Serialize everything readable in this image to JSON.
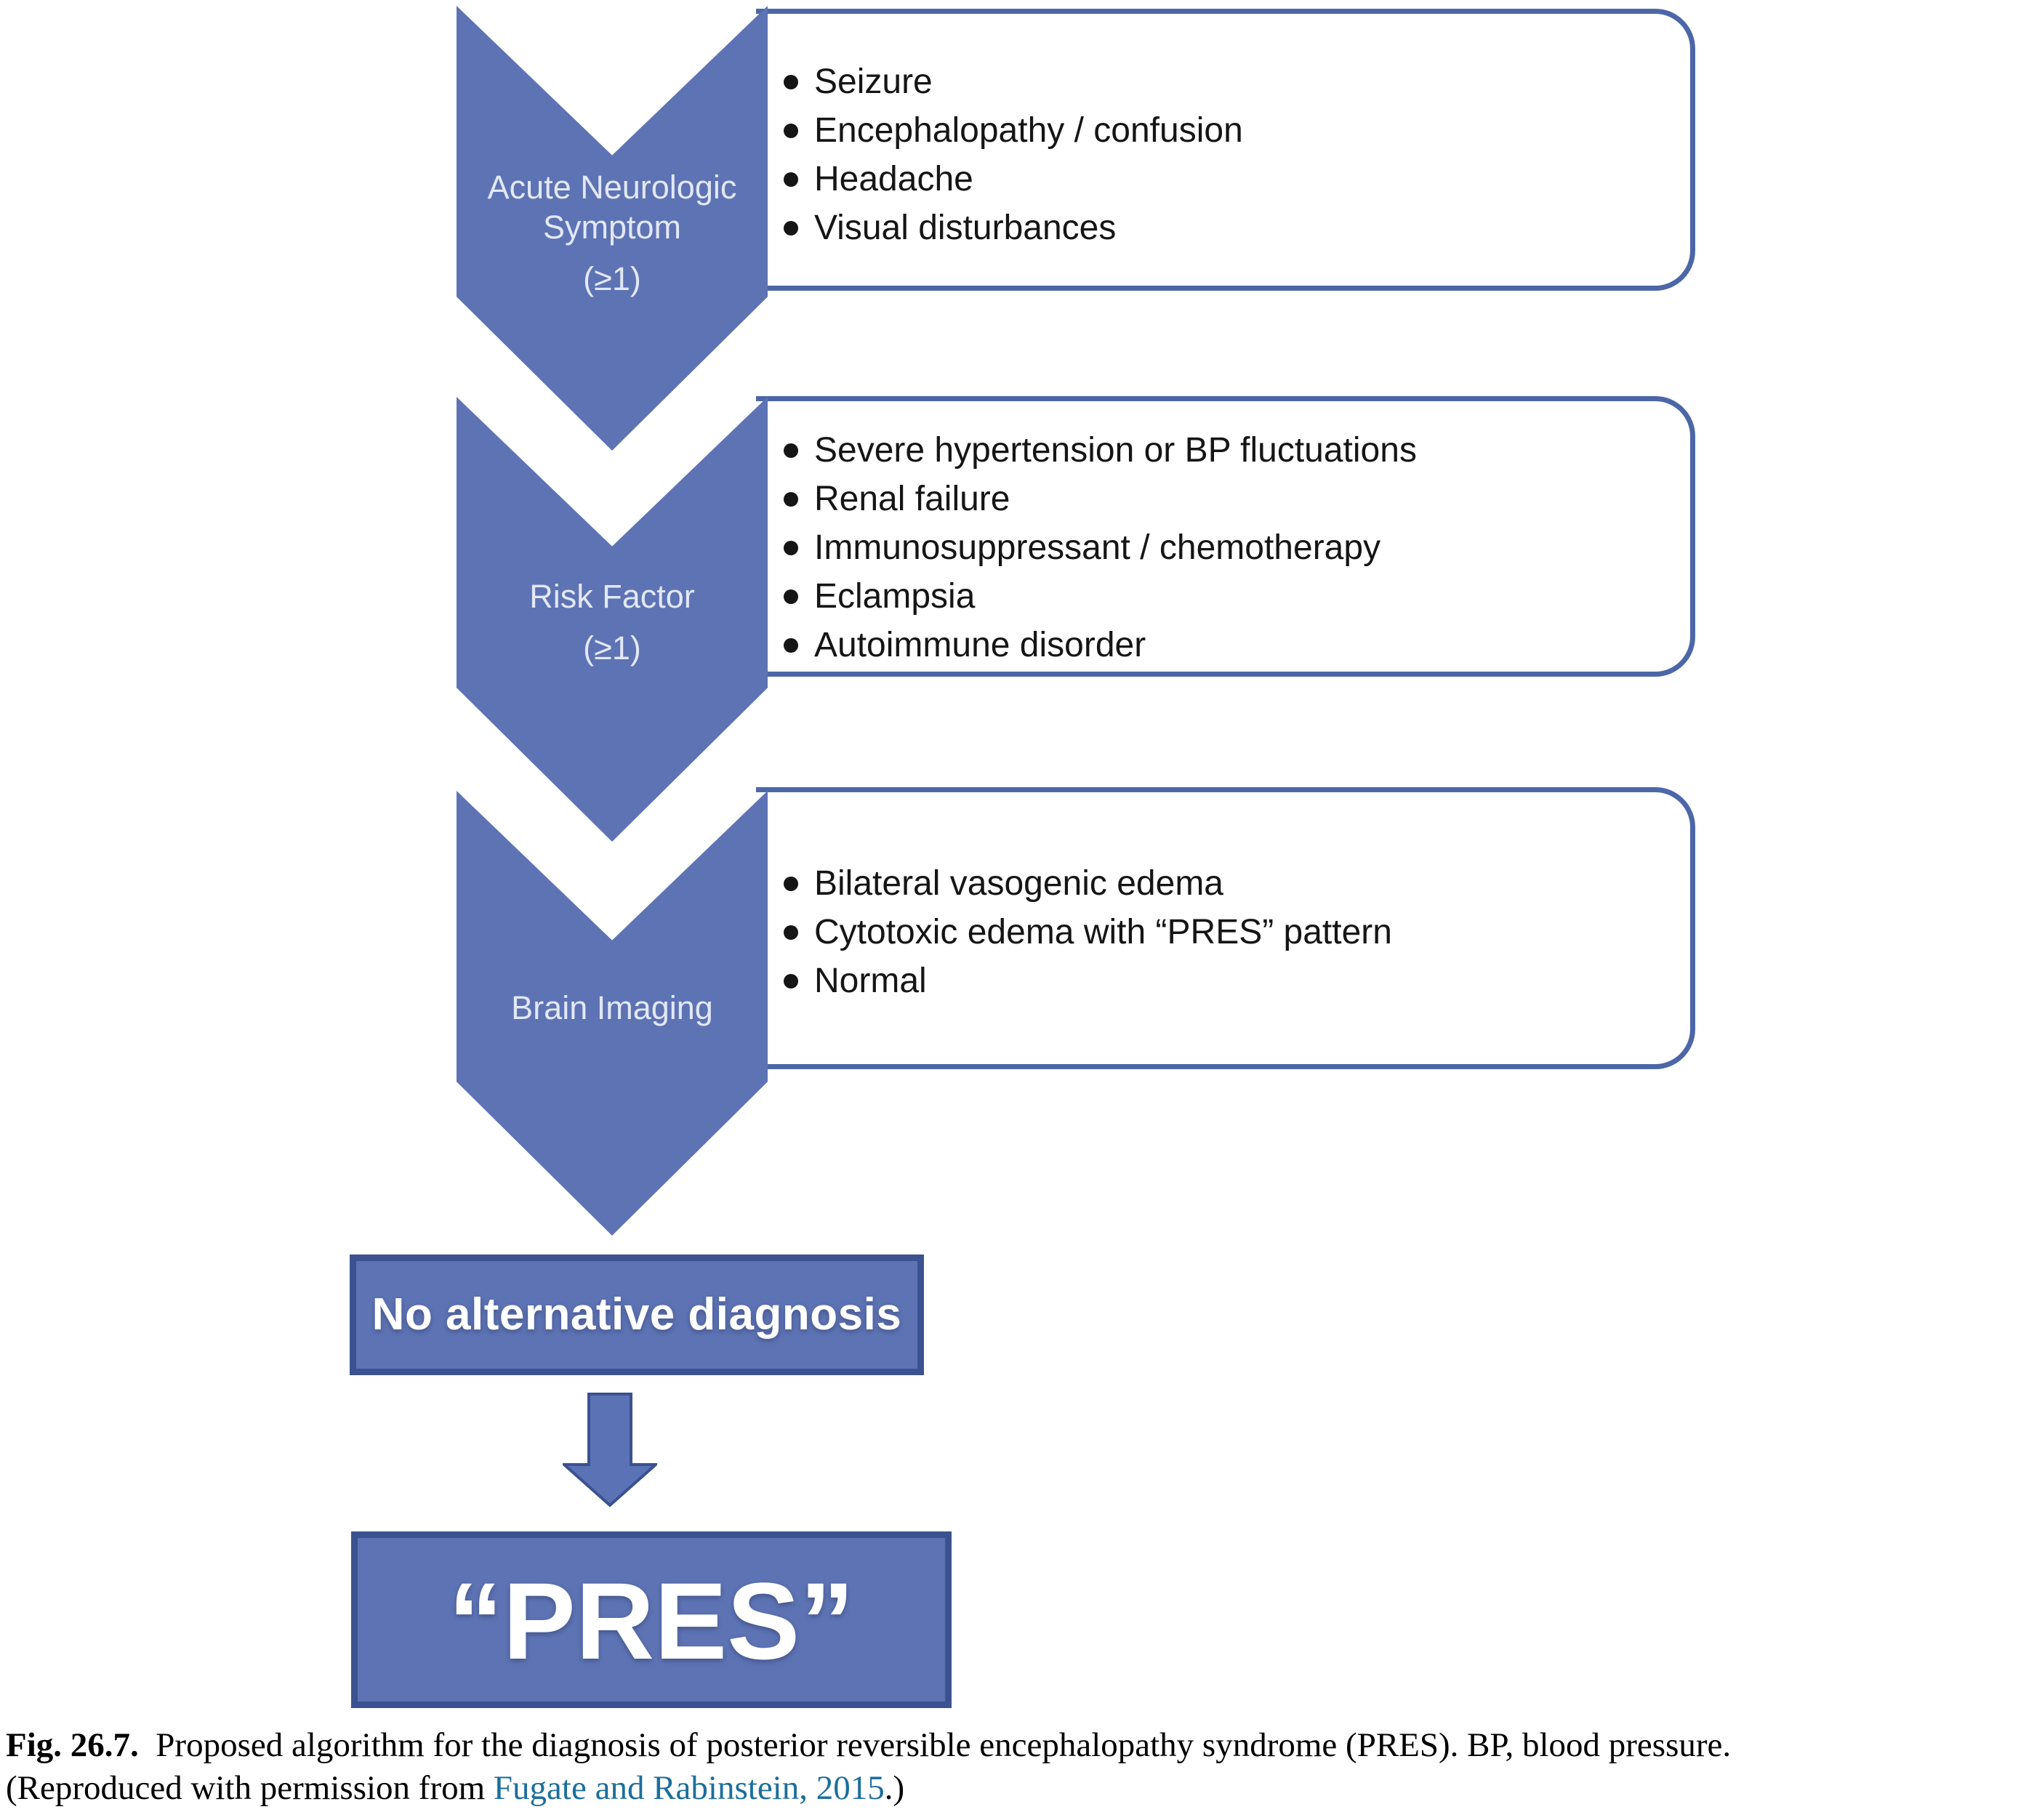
{
  "figure": {
    "steps": [
      {
        "title_line1": "Acute Neurologic",
        "title_line2": "Symptom",
        "qualifier": "(≥1)",
        "items": [
          "Seizure",
          "Encephalopathy / confusion",
          "Headache",
          "Visual disturbances"
        ]
      },
      {
        "title_line1": "Risk Factor",
        "qualifier": "(≥1)",
        "items": [
          "Severe hypertension or BP fluctuations",
          "Renal failure",
          "Immunosuppressant / chemotherapy",
          "Eclampsia",
          "Autoimmune disorder"
        ]
      },
      {
        "title_line1": "Brain Imaging",
        "items": [
          "Bilateral vasogenic edema",
          "Cytotoxic edema with “PRES” pattern",
          "Normal"
        ]
      }
    ],
    "decision": {
      "no_alternative": "No alternative diagnosis",
      "result": "“PRES”"
    },
    "caption": {
      "fig_label": "Fig. 26.7.",
      "body": "Proposed algorithm for the diagnosis of posterior reversible encephalopathy syndrome (PRES). BP, blood pressure.",
      "line2_prefix": "(Reproduced with permission from ",
      "link_text": "Fugate and Rabinstein, 2015",
      "line2_suffix": ".)"
    },
    "colors": {
      "chevron_fill": "#5d73b4",
      "callout_border": "#4c67a8",
      "solid_box_border": "#3c5290",
      "link": "#1b6e9c"
    }
  }
}
